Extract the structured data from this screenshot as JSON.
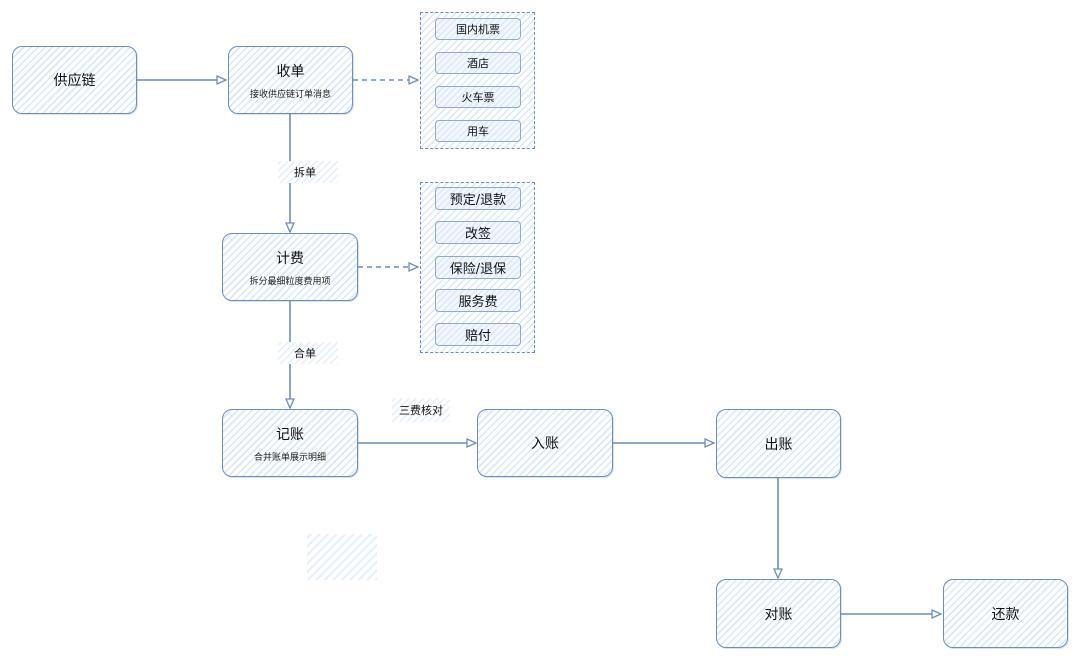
{
  "colors": {
    "stroke": "#6c8ebf",
    "fill": "#dae8fc"
  },
  "nodes": {
    "supply_chain": {
      "title": "供应链"
    },
    "receive": {
      "title": "收单",
      "sub": "接收供应链订单消息"
    },
    "billing": {
      "title": "计费",
      "sub": "拆分最细粒度费用项"
    },
    "bookkeeping": {
      "title": "记账",
      "sub": "合并账单展示明细"
    },
    "entry": {
      "title": "入账"
    },
    "outgoing": {
      "title": "出账"
    },
    "reconcile": {
      "title": "对账"
    },
    "repayment": {
      "title": "还款"
    }
  },
  "groups": {
    "order_types": [
      "国内机票",
      "酒店",
      "火车票",
      "用车"
    ],
    "fee_types": [
      "预定/退款",
      "改签",
      "保险/退保",
      "服务费",
      "赔付"
    ]
  },
  "edge_labels": {
    "split": "拆单",
    "merge": "合单",
    "three_fee_check": "三费核对"
  }
}
